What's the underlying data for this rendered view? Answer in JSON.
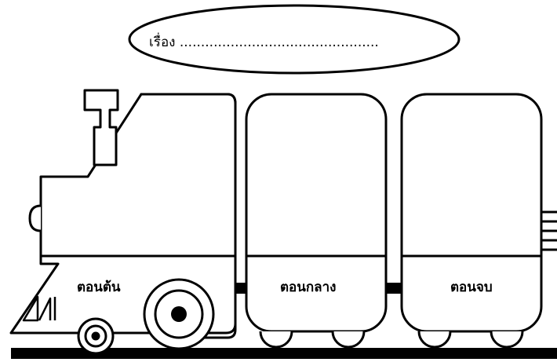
{
  "title": {
    "label": "เรื่อง ..............................................."
  },
  "cars": [
    {
      "label": "ตอนต้น"
    },
    {
      "label": "ตอนกลาง"
    },
    {
      "label": "ตอนจบ"
    }
  ],
  "colors": {
    "ink": "#000000",
    "paper": "#ffffff"
  }
}
